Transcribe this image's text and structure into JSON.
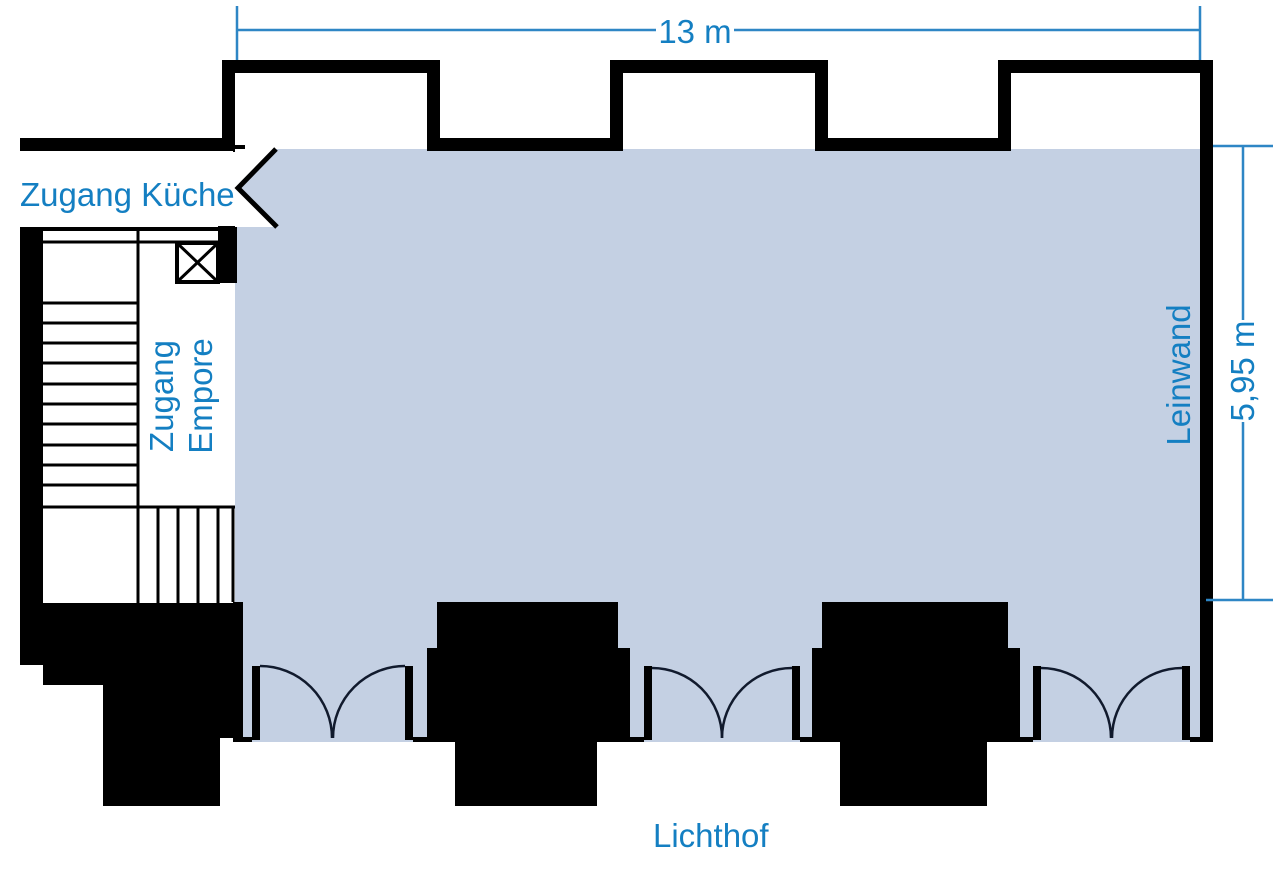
{
  "labels": {
    "kitchen_access": "Zugang Küche",
    "gallery_access_line1": "Zugang",
    "gallery_access_line2": "Empore",
    "screen": "Leinwand",
    "atrium": "Lichthof"
  },
  "dimensions": {
    "width": "13 m",
    "height": "5,95 m"
  },
  "colors": {
    "room-fill": "#c4d0e3",
    "annotation-blue": "#147fc2",
    "dimension-blue": "#2e86c5",
    "wall-black": "#000000",
    "door-arc": "#111a2d"
  }
}
